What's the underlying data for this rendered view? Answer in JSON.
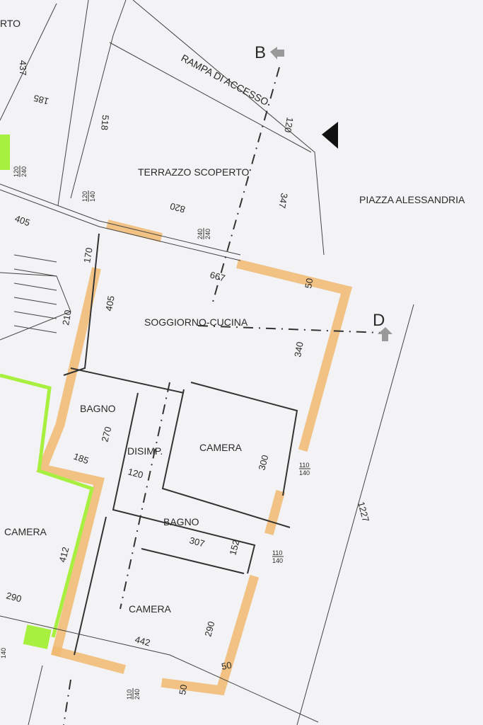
{
  "plan": {
    "colors": {
      "highlight_orange": "#f0b870",
      "highlight_green": "#a8f040",
      "paper": "#f3f3f5",
      "ink": "#2a2a2a"
    },
    "labels": {
      "partial_top": "RTO",
      "ramp": "RAMPA DI ACCESSO",
      "terrace": "TERRAZZO SCOPERTO",
      "square": "PIAZZA ALESSANDRIA",
      "living": "SOGGIORNO-CUCINA",
      "bath1": "BAGNO",
      "hall": "DISIMP.",
      "bedroom1": "CAMERA",
      "bath2": "BAGNO",
      "bedroom2": "CAMERA",
      "bedroom3": "CAMERA",
      "section_b": "B",
      "section_d": "D"
    },
    "dimensions": {
      "d437": "437",
      "d185a": "185",
      "d518": "518",
      "d120a": "120",
      "d347": "347",
      "d820": "820",
      "d405a": "405",
      "d170": "170",
      "d667": "667",
      "d50a": "50",
      "d405b": "405",
      "d340": "340",
      "d210": "210",
      "d270": "270",
      "d185b": "185",
      "d120b": "120",
      "d300": "300",
      "d1227": "1227",
      "d307": "307",
      "d152": "152",
      "d412": "412",
      "d290a": "290",
      "d290b": "290",
      "d442": "442",
      "d50b": "50",
      "d50c": "50",
      "d140": "140"
    },
    "openings": [
      {
        "num": "120",
        "den": "240"
      },
      {
        "num": "120",
        "den": "140"
      },
      {
        "num": "240",
        "den": "240"
      },
      {
        "num": "110",
        "den": "140"
      },
      {
        "num": "110",
        "den": "140"
      },
      {
        "num": "110",
        "den": "240"
      }
    ]
  }
}
